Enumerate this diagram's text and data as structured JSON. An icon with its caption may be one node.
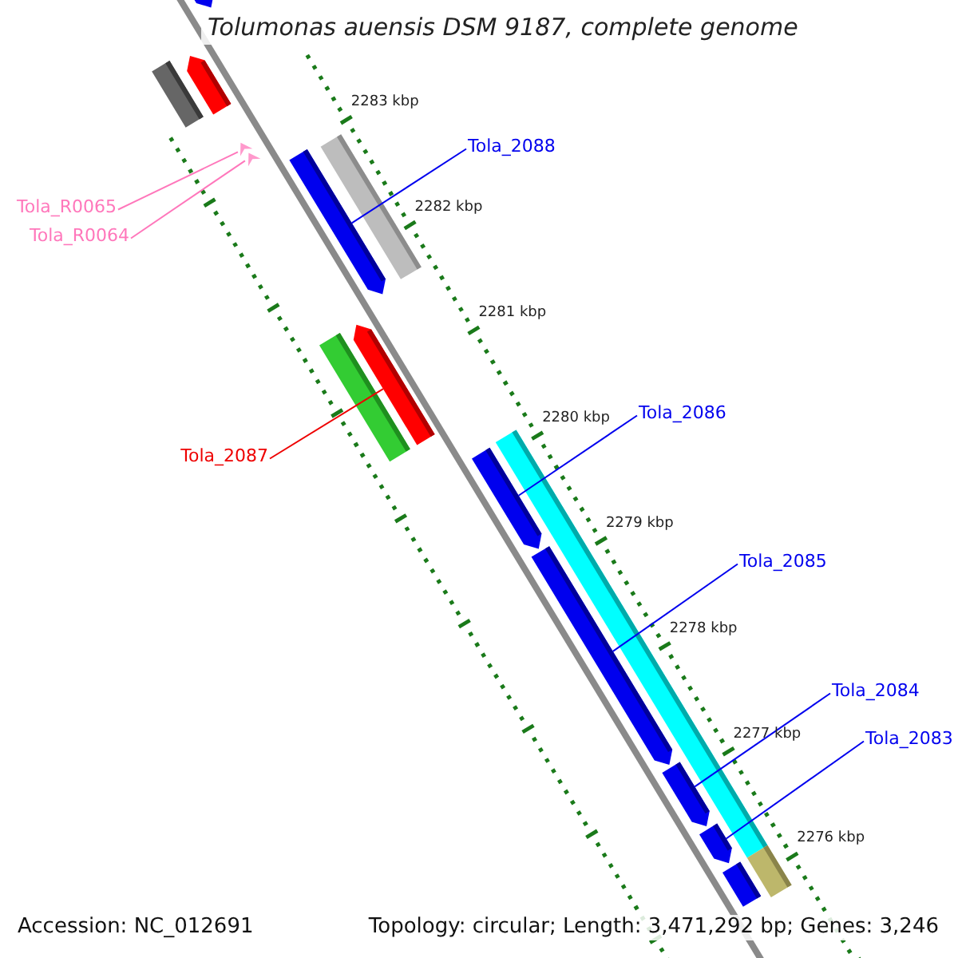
{
  "diagram": {
    "title": "Tolumonas auensis DSM 9187, complete genome",
    "nodes": [
      {
        "text": [],
        "shape": "bar"
      },
      {
        "text": [],
        "shape": "bar"
      },
      {
        "text": [],
        "shape": "bar"
      },
      {
        "text": [],
        "shape": "arrow"
      },
      {
        "text": [],
        "shape": "arrow"
      },
      {
        "text": [
          "Tola_R0065"
        ]
      },
      {
        "text": [
          "Tola_R0064"
        ]
      },
      {
        "text": [],
        "shape": "bar"
      },
      {
        "text": [],
        "shape": "bar"
      },
      {
        "text": [
          "Tola_2088"
        ]
      },
      {
        "text": [],
        "shape": "bar"
      },
      {
        "text": [],
        "shape": "bar"
      },
      {
        "text": [
          "Tola_2087"
        ]
      },
      {
        "text": [],
        "shape": "bar"
      },
      {
        "text": [],
        "shape": "bar"
      },
      {
        "text": [
          "Tola_2086"
        ]
      },
      {
        "text": [],
        "shape": "bar"
      },
      {
        "text": [
          "Tola_2085"
        ]
      },
      {
        "text": [],
        "shape": "bar"
      },
      {
        "text": [
          "Tola_2084"
        ]
      },
      {
        "text": [],
        "shape": "bar"
      },
      {
        "text": [
          "Tola_2083"
        ]
      },
      {
        "text": [],
        "shape": "bar"
      },
      {
        "text": [],
        "shape": "bar"
      }
    ],
    "edges": [
      {
        "from": 5,
        "to": 3,
        "arrow": "none",
        "color": "#ff77bb"
      },
      {
        "from": 6,
        "to": 4,
        "arrow": "none",
        "color": "#ff77bb"
      },
      {
        "from": 9,
        "to": 7,
        "arrow": "none"
      },
      {
        "from": 12,
        "to": 11,
        "arrow": "none",
        "color": "#ee0000"
      },
      {
        "from": 15,
        "to": 13,
        "arrow": "none"
      },
      {
        "from": 17,
        "to": 16,
        "arrow": "none"
      },
      {
        "from": 19,
        "to": 18,
        "arrow": "none"
      },
      {
        "from": 21,
        "to": 20,
        "arrow": "none"
      }
    ],
    "labels": [
      "2283 kbp",
      "2282 kbp",
      "2281 kbp",
      "2280 kbp",
      "2279 kbp",
      "2278 kbp",
      "2277 kbp",
      "2276 kbp",
      "Accession: NC_012691",
      "Topology: circular; Length: 3,471,292 bp; Genes: 3,246"
    ]
  }
}
